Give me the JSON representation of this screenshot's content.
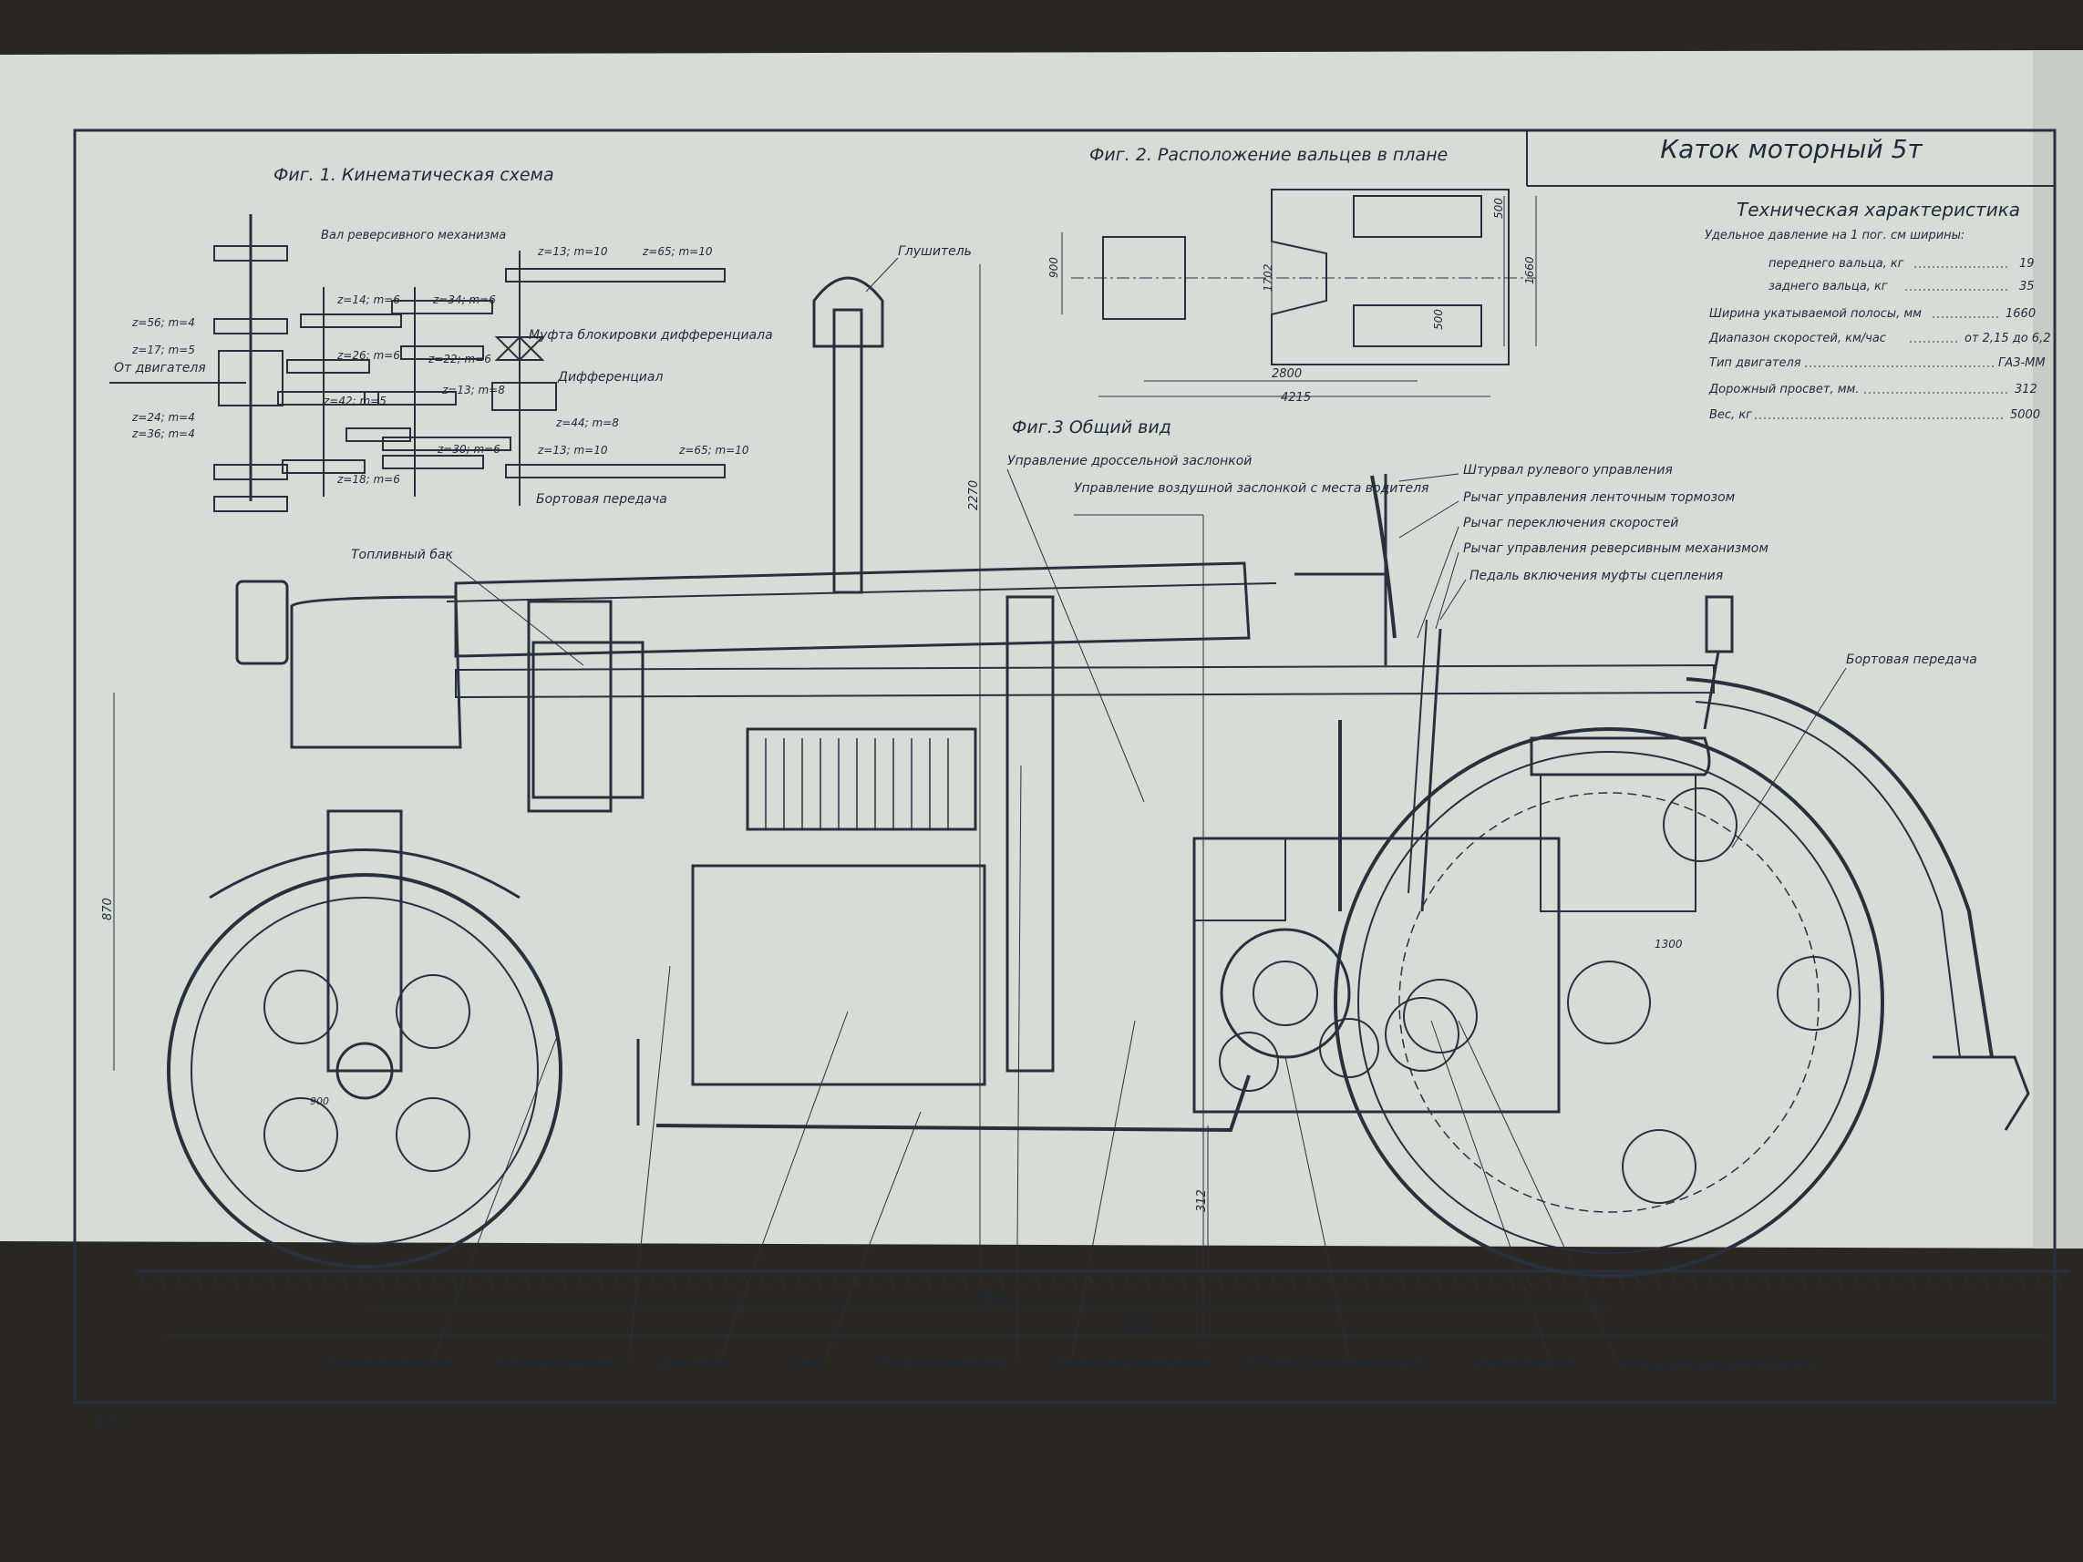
{
  "sheet": {
    "title": "Каток моторный 5т",
    "page_number": "130"
  },
  "fig1": {
    "title": "Фиг. 1. Кинематическая схема",
    "labels": {
      "reverse_shaft": "Вал реверсивного механизма",
      "from_engine": "От двигателя",
      "diff_lock": "Муфта блокировки дифференциала",
      "differential": "Дифференциал",
      "final_drive": "Бортовая передача"
    },
    "gear_labels": [
      "z=56; m=4",
      "z=17; m=5",
      "z=24; m=4",
      "z=36; m=4",
      "z=14; m=6",
      "z=26; m=6",
      "z=42; m=5",
      "z=34; m=6",
      "z=22; m=6",
      "z=13; m=8",
      "z=30; m=6",
      "z=18; m=6",
      "z=13; m=10",
      "z=65; m=10",
      "z=44; m=8",
      "z=13; m=10",
      "z=65; m=10"
    ]
  },
  "fig2": {
    "title": "Фиг. 2. Расположение вальцев в плане",
    "dims": [
      "900",
      "1702",
      "1660",
      "500",
      "500",
      "2800",
      "4215"
    ]
  },
  "specs": {
    "title": "Техническая характеристика",
    "intro": "Удельное давление на 1 пог. см ширины:",
    "rows": [
      {
        "label": "переднего вальца, кг",
        "value": "19"
      },
      {
        "label": "заднего вальца, кг",
        "value": "35"
      },
      {
        "label": "Ширина укатываемой полосы, мм",
        "value": "1660"
      },
      {
        "label": "Диапазон скоростей, км/час",
        "value": "от 2,15 до 6,2"
      },
      {
        "label": "Тип двигателя",
        "value": "ГАЗ-ММ"
      },
      {
        "label": "Дорожный просвет, мм.",
        "value": "312"
      },
      {
        "label": "Вес, кг",
        "value": "5000"
      }
    ]
  },
  "fig3": {
    "title": "Фиг.3 Общий вид",
    "callouts_top": {
      "muffler": "Глушитель",
      "throttle": "Управление дроссельной заслонкой",
      "air_damper": "Управление воздушной заслонкой с места водителя",
      "fuel_tank": "Топливный бак",
      "steering_wheel": "Штурвал рулевого управления",
      "band_brake": "Рычаг управления ленточным тормозом",
      "gear_shift": "Рычаг переключения скоростей",
      "reverse_lever": "Рычаг управления реверсивным механизмом",
      "clutch_pedal": "Педаль   включения муфты сцепления",
      "final_drive": "Бортовая передача"
    },
    "callouts_bottom": [
      "Пусковой механизм",
      "Установка динамо",
      "Двигатель",
      "Рама",
      "Воздухоочиститель",
      "Реверсивный механизм",
      "Коробка перемены передач",
      "Дифференциал",
      "Блокировка дифференциала"
    ],
    "dims": {
      "height": "2270",
      "front_axle": "870",
      "clearance": "312",
      "wheelbase": "2800",
      "length": "4215",
      "front_d": "900",
      "rear_d": "1300"
    }
  },
  "colors": {
    "paper": "#d7dcd6",
    "ink": "#28303e",
    "background": "#2a2622"
  }
}
